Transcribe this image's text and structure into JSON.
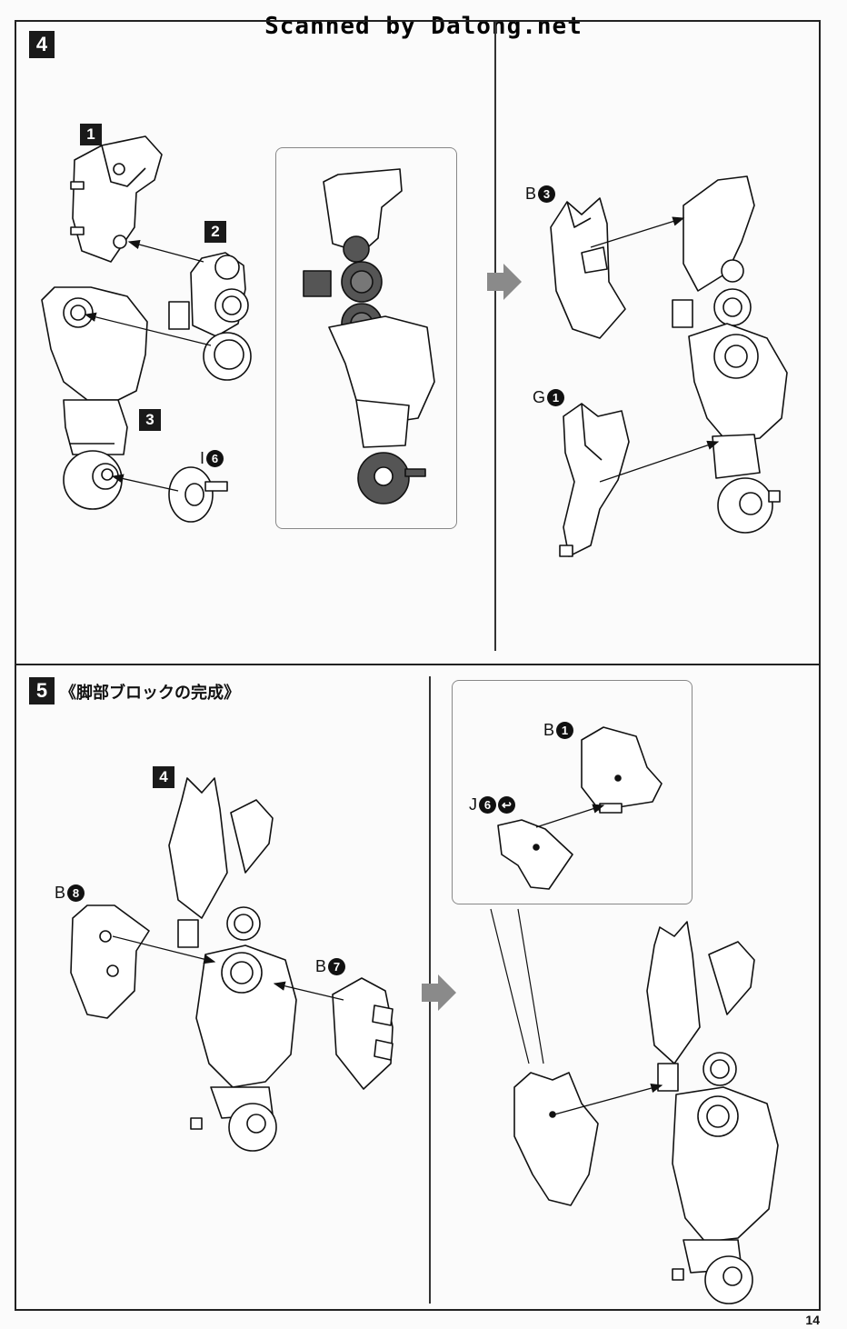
{
  "watermark": "Scanned by Dalong.net",
  "page_number": "14",
  "step4": {
    "number": "4",
    "parts": [
      "1",
      "2",
      "3"
    ],
    "runners": {
      "i6": {
        "letter": "I",
        "num": "6"
      },
      "b3": {
        "letter": "B",
        "num": "3"
      },
      "g1": {
        "letter": "G",
        "num": "1"
      }
    }
  },
  "step5": {
    "number": "5",
    "title": "《脚部ブロックの完成》",
    "sub_assembly": "4",
    "runners": {
      "b8": {
        "letter": "B",
        "num": "8"
      },
      "b7": {
        "letter": "B",
        "num": "7"
      },
      "b1": {
        "letter": "B",
        "num": "1"
      },
      "j6": {
        "letter": "J",
        "num": "6",
        "extra": "↩"
      }
    }
  },
  "colors": {
    "ink": "#1a1a1a",
    "frame": "#222222",
    "arrow": "#8a8a8a",
    "shade": "#555555"
  }
}
